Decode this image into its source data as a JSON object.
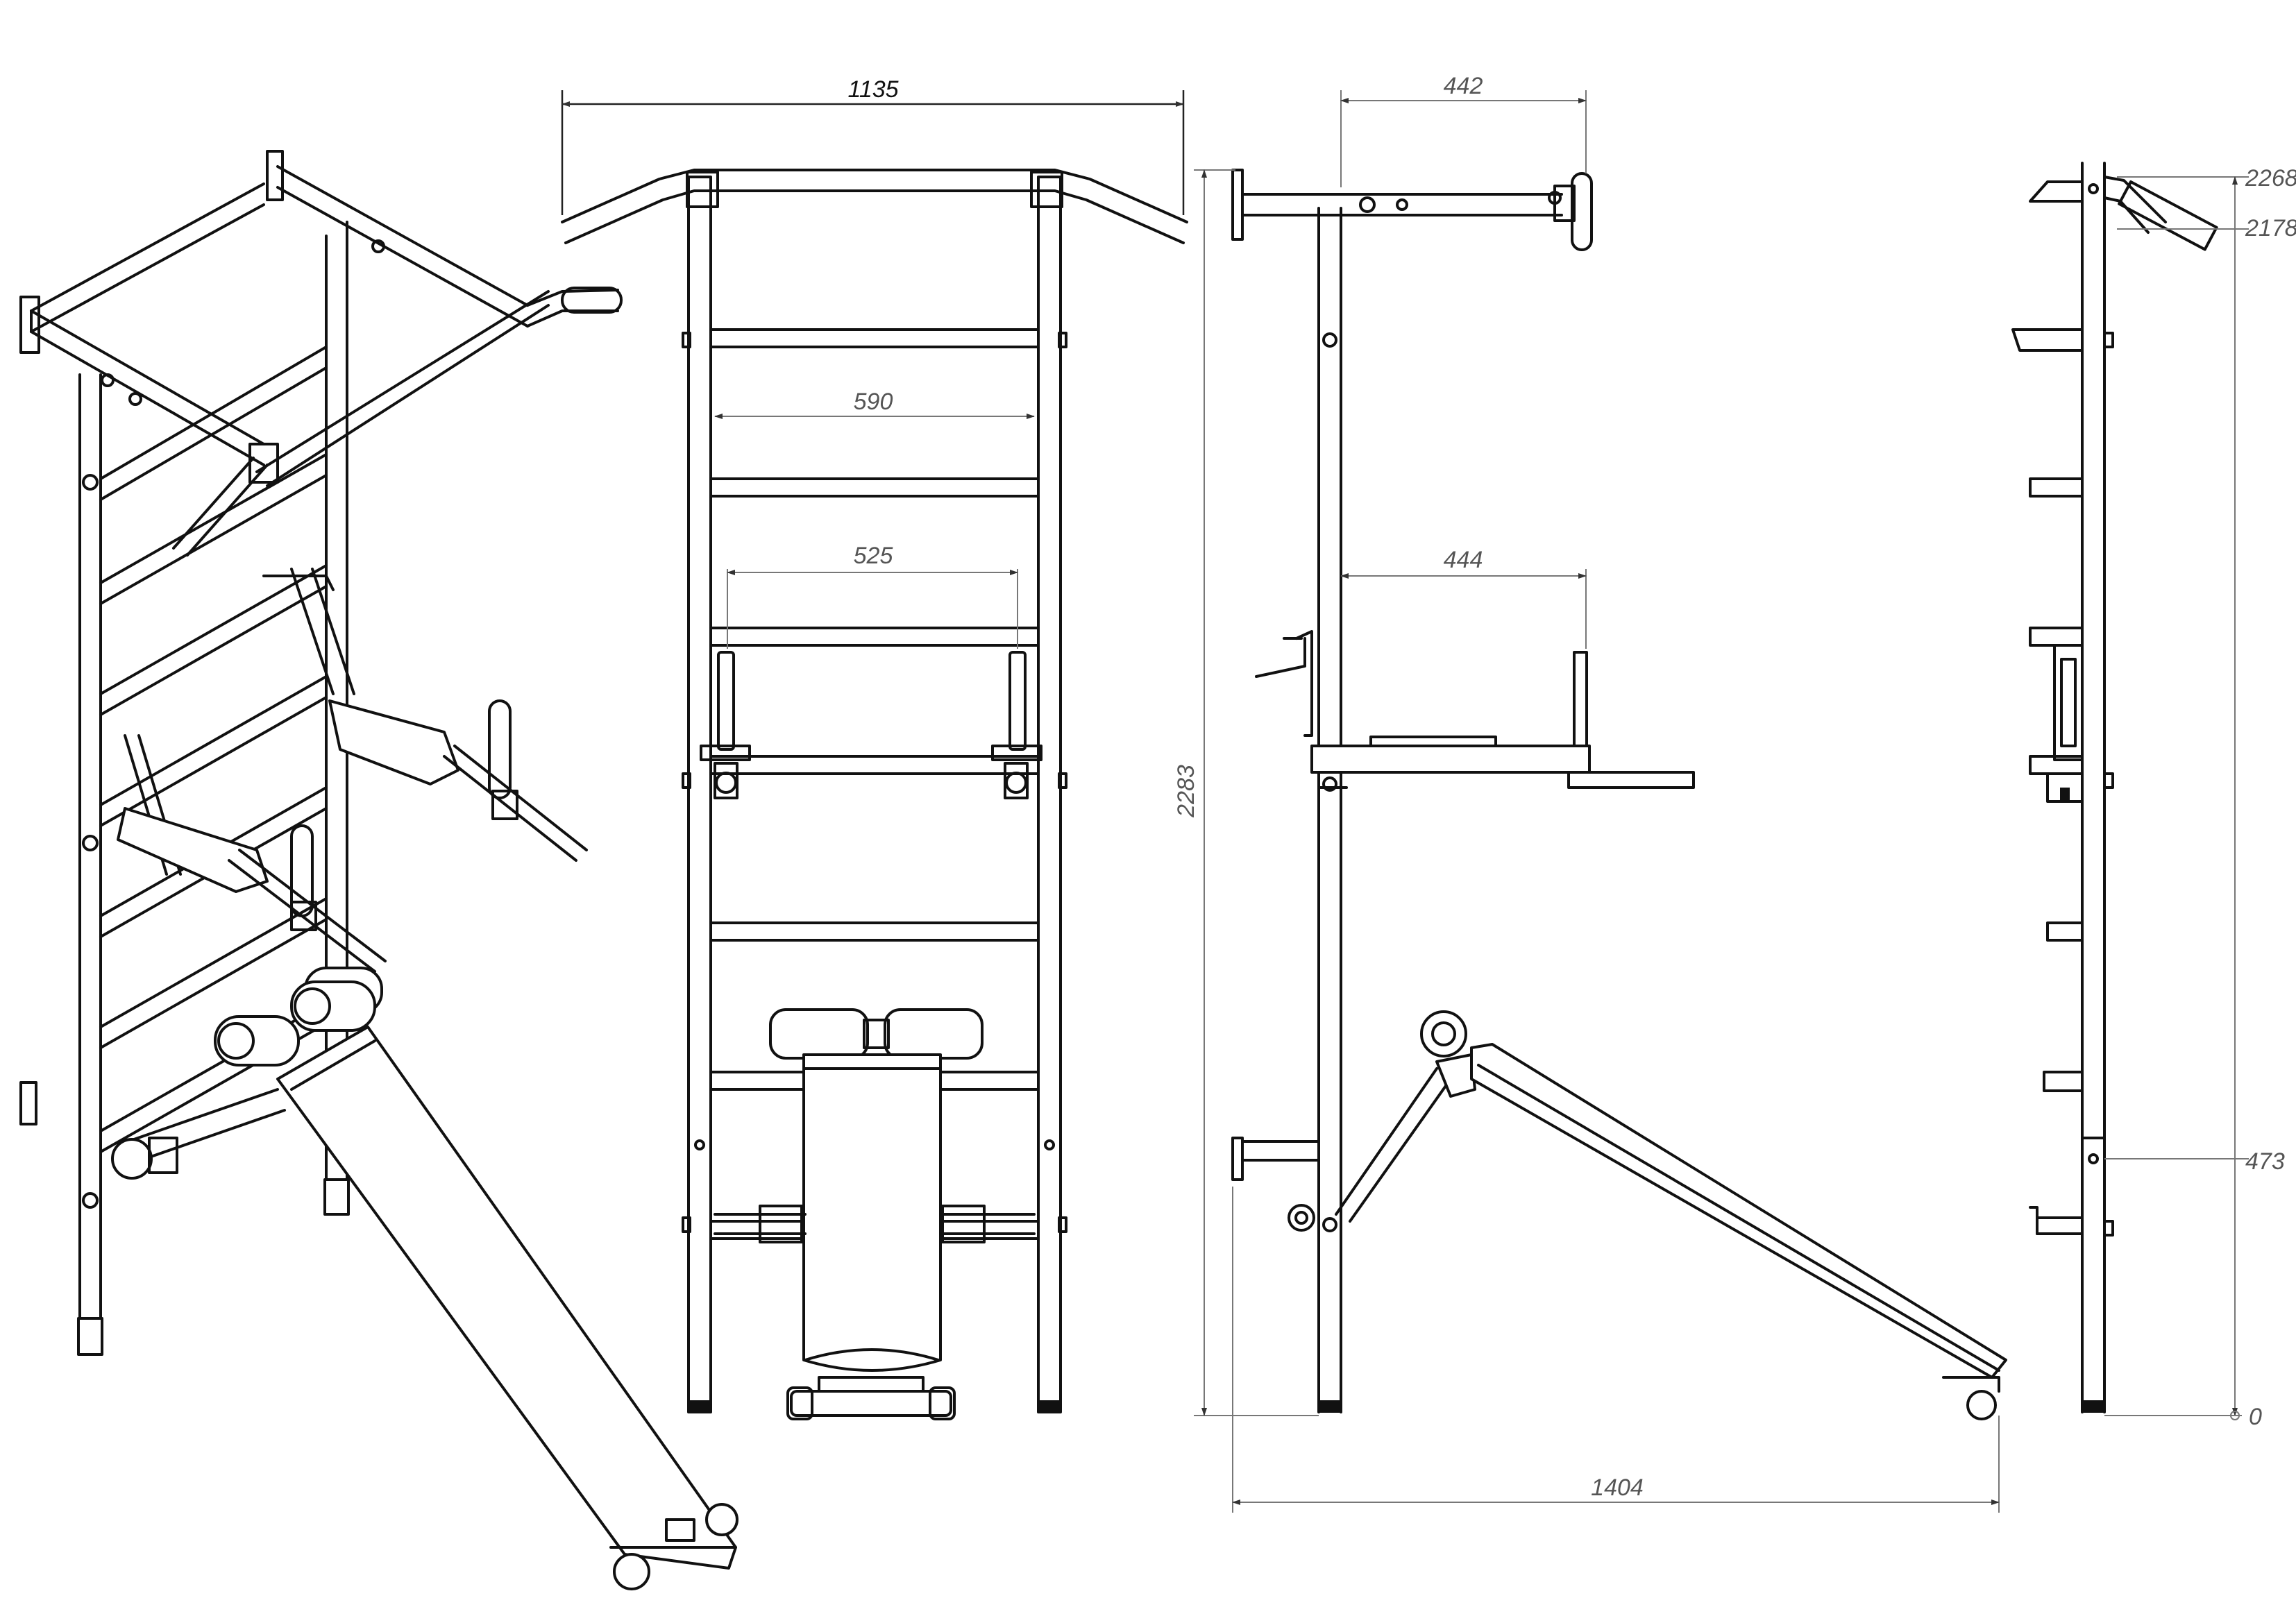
{
  "dimensions": {
    "overall_width": "1135",
    "upper_rung_span": "590",
    "lower_rung_span": "525",
    "top_depth": "442",
    "mid_depth": "444",
    "total_height": "2283",
    "bench_length": "1404",
    "level_2268": "2268",
    "level_2178": "2178",
    "level_473": "473",
    "level_0": "0"
  },
  "colors": {
    "outline": "#111111",
    "dimension_line": "#777777",
    "background": "#ffffff"
  }
}
